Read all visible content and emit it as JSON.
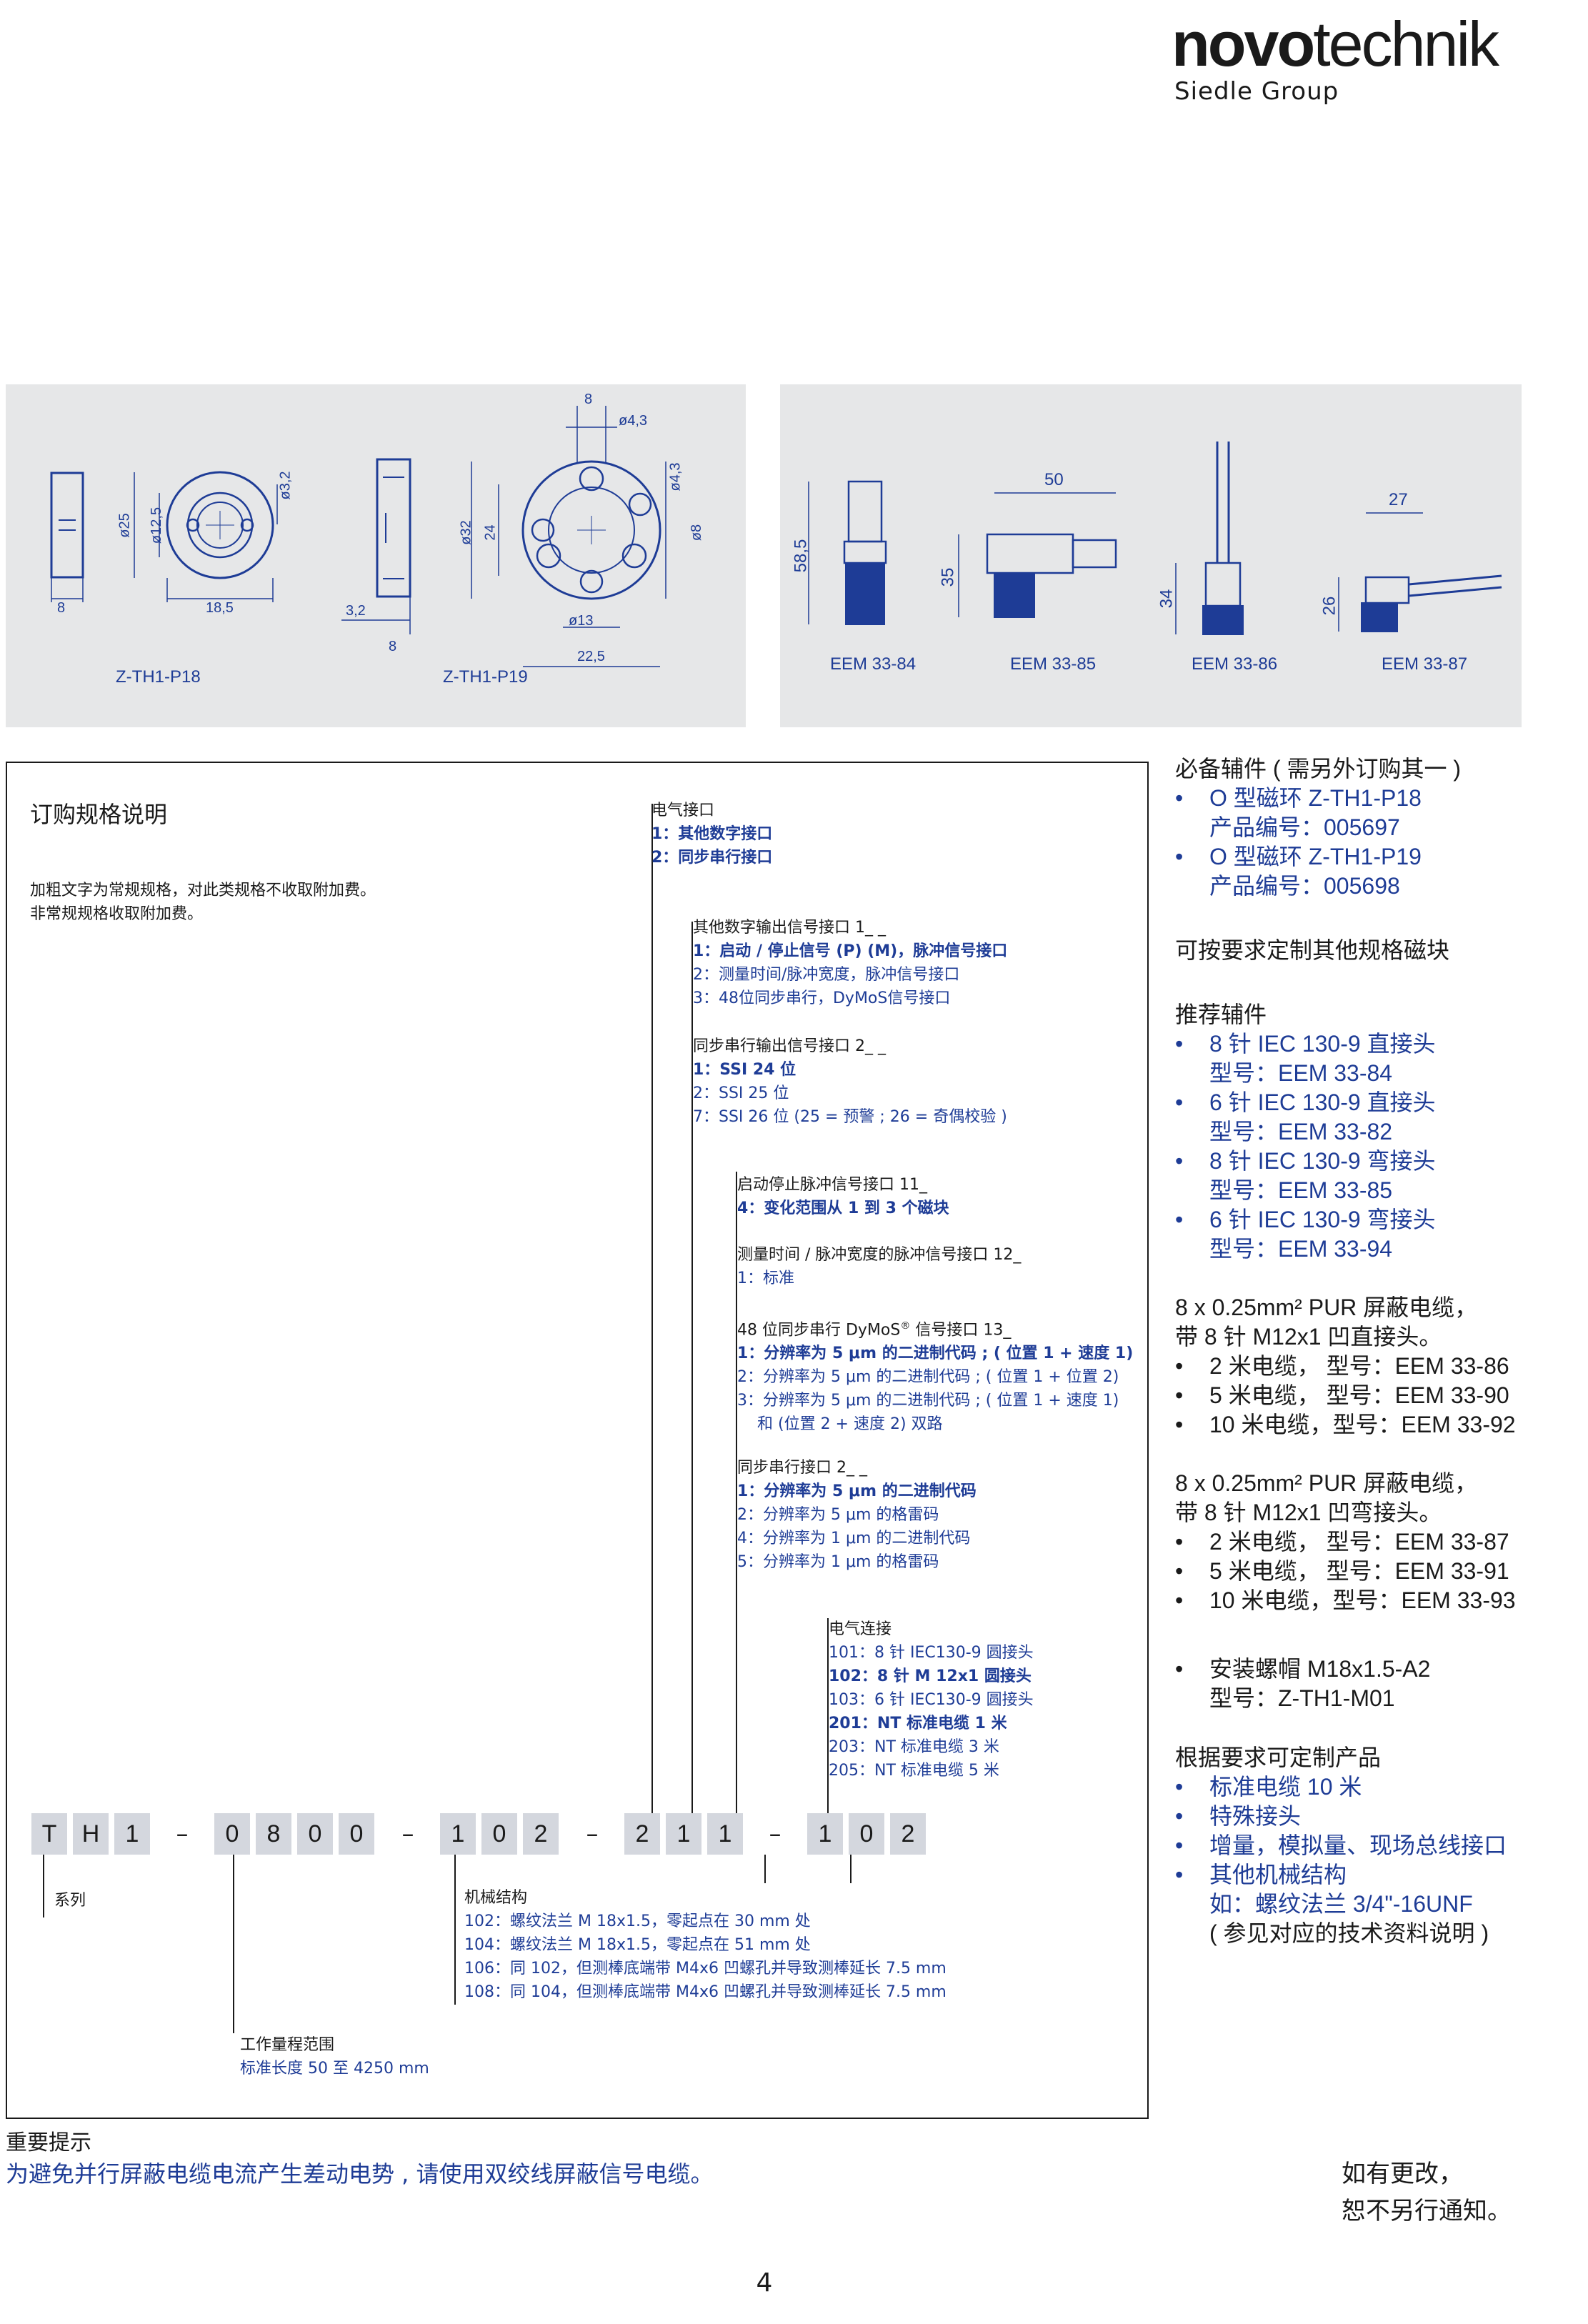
{
  "logo": {
    "part1": "novo",
    "part2": "technik",
    "group": "Siedle Group"
  },
  "drawings_left": {
    "labels": [
      "Z-TH1-P18",
      "Z-TH1-P19"
    ],
    "dims": {
      "d25": "ø25",
      "d12_5": "ø12,5",
      "d3_2": "ø3,2",
      "w8a": "8",
      "w18_5": "18,5",
      "w3_2": "3,2",
      "w8b": "8",
      "d32": "ø32",
      "h24": "24",
      "top8": "8",
      "d4_3a": "ø4,3",
      "d4_3b": "ø4,3",
      "d8": "ø8",
      "d13": "ø13",
      "w22_5": "22,5"
    }
  },
  "drawings_right": {
    "labels": [
      "EEM 33-84",
      "EEM 33-85",
      "EEM 33-86",
      "EEM 33-87"
    ],
    "dims": {
      "h58_5": "58,5",
      "h35": "35",
      "w50": "50",
      "h34": "34",
      "h26": "26",
      "w27": "27"
    }
  },
  "order": {
    "title": "订购规格说明",
    "note1": "加粗文字为常规规格，对此类规格不收取附加费。",
    "note2": "非常规规格收取附加费。",
    "elec_iface": {
      "title": "电气接口",
      "o1": "1：其他数字接口",
      "o2": "2：同步串行接口"
    },
    "other_digital": {
      "title": "其他数字输出信号接口 1_ _",
      "o1": "1：启动 / 停止信号 (P) (M)，脉冲信号接口",
      "o2": "2：测量时间/脉冲宽度，脉冲信号接口",
      "o3": "3：48位同步串行，DyMoS信号接口"
    },
    "sync_out": {
      "title": "同步串行输出信号接口 2_ _",
      "o1": "1：SSI 24 位",
      "o2": "2：SSI 25 位",
      "o3": "7：SSI 26 位 (25 = 预警 ; 26 = 奇偶校验 )"
    },
    "start_stop": {
      "title": "启动停止脉冲信号接口 11_",
      "o1": "4：变化范围从 1 到 3 个磁块"
    },
    "meas_time": {
      "title": "测量时间 / 脉冲宽度的脉冲信号接口 12_",
      "o1": "1：标准"
    },
    "dymos": {
      "title_a": "48 位同步串行 DyMoS",
      "title_sup": "®",
      "title_b": " 信号接口 13_",
      "o1": "1：分辨率为 5 μm 的二进制代码 ; ( 位置 1 + 速度 1)",
      "o2": "2：分辨率为 5 μm 的二进制代码 ; ( 位置 1 + 位置 2)",
      "o3": "3：分辨率为 5 μm 的二进制代码 ; ( 位置 1 + 速度 1)",
      "o4": "和 (位置 2 + 速度 2) 双路"
    },
    "sync_iface": {
      "title": "同步串行接口 2_ _",
      "o1": "1：分辨率为 5 μm 的二进制代码",
      "o2": "2：分辨率为 5 μm 的格雷码",
      "o3": "4：分辨率为 1 μm 的二进制代码",
      "o4": "5：分辨率为 1 μm 的格雷码"
    },
    "elec_conn": {
      "title": "电气连接",
      "o1": "101：8 针 IEC130-9 圆接头",
      "o2": "102：8 针 M 12x1 圆接头",
      "o3": "103：6 针 IEC130-9 圆接头",
      "o4": "201：NT 标准电缆 1 米",
      "o5": "203：NT 标准电缆 3 米",
      "o6": "205：NT 标准电缆 5 米"
    },
    "code": [
      "T",
      "H",
      "1",
      "–",
      "0",
      "8",
      "0",
      "0",
      "–",
      "1",
      "0",
      "2",
      "–",
      "2",
      "1",
      "1",
      "–",
      "1",
      "0",
      "2"
    ],
    "series": "系列",
    "mech": {
      "title": "机械结构",
      "o1": "102：螺纹法兰 M 18x1.5，零起点在 30 mm 处",
      "o2": "104：螺纹法兰 M 18x1.5，零起点在 51 mm 处",
      "o3": "106：同 102，但测棒底端带 M4x6 凹螺孔并导致测棒延长 7.5 mm",
      "o4": "108：同 104，但测棒底端带 M4x6 凹螺孔并导致测棒延长 7.5 mm"
    },
    "range": {
      "title": "工作量程范围",
      "o1": "标准长度 50 至 4250 mm"
    }
  },
  "right_col": {
    "req_title": "必备辅件 ( 需另外订购其一 )",
    "req1": "O 型磁环 Z-TH1-P18",
    "req1_no": "产品编号：005697",
    "req2": "O 型磁环 Z-TH1-P19",
    "req2_no": "产品编号：005698",
    "custom_magnet": "可按要求定制其他规格磁块",
    "rec_title": "推荐辅件",
    "rec1": "8 针 IEC 130-9 直接头",
    "rec1_no": "型号：EEM 33-84",
    "rec2": "6 针 IEC 130-9 直接头",
    "rec2_no": "型号：EEM 33-82",
    "rec3": "8 针 IEC 130-9 弯接头",
    "rec3_no": "型号：EEM 33-85",
    "rec4": "6 针 IEC 130-9 弯接头",
    "rec4_no": "型号：EEM 33-94",
    "cable1_a": "8 x 0.25mm² PUR 屏蔽电缆，",
    "cable1_b": "带 8 针 M12x1 凹直接头。",
    "c1o1": "2 米电缆，  型号：EEM 33-86",
    "c1o2": "5 米电缆，  型号：EEM 33-90",
    "c1o3": "10 米电缆，型号：EEM 33-92",
    "cable2_a": "8 x 0.25mm² PUR 屏蔽电缆，",
    "cable2_b": "带 8 针 M12x1 凹弯接头。",
    "c2o1": "2 米电缆，  型号：EEM 33-87",
    "c2o2": "5 米电缆，  型号：EEM 33-91",
    "c2o3": "10 米电缆，型号：EEM 33-93",
    "nut": "安装螺帽 M18x1.5-A2",
    "nut_no": "型号：Z-TH1-M01",
    "custom_title": "根据要求可定制产品",
    "cu1": "标准电缆 10 米",
    "cu2": "特殊接头",
    "cu3": "增量，模拟量、现场总线接口",
    "cu4": "其他机械结构",
    "cu4_sub": "如：螺纹法兰 3/4\"-16UNF",
    "cu5": "( 参见对应的技术资料说明 )"
  },
  "bottom": {
    "note_title": "重要提示",
    "note_text": "为避免并行屏蔽电缆电流产生差动电势 , 请使用双绞线屏蔽信号电缆。",
    "change1": "如有更改，",
    "change2": "恕不另行通知。",
    "page": "4"
  },
  "colors": {
    "accent": "#1e3c96",
    "panel": "#e6e7e8",
    "code_cell": "#d4d7de"
  }
}
